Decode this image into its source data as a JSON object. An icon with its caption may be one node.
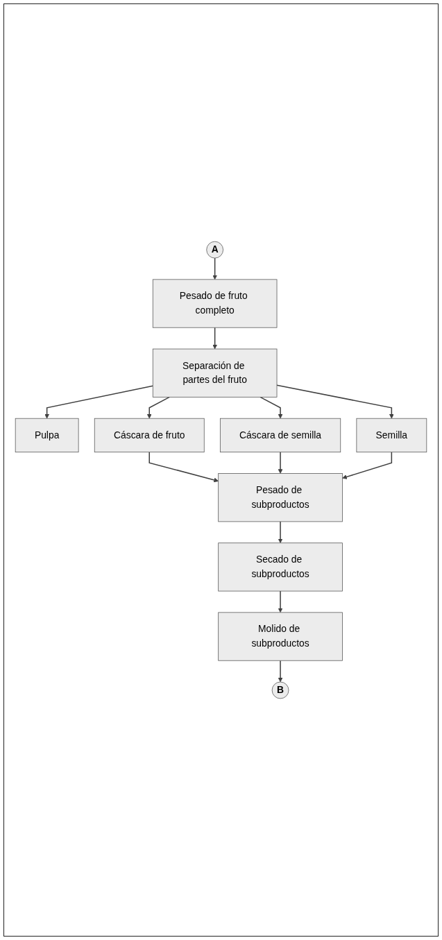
{
  "diagram": {
    "nodes": [
      {
        "text": [
          "A"
        ]
      },
      {
        "text": [
          "Pesado de fruto completo"
        ]
      },
      {
        "text": [
          "Separación de partes del fruto"
        ]
      },
      {
        "text": [
          "Pulpa"
        ]
      },
      {
        "text": [
          "Cáscara de fruto"
        ]
      },
      {
        "text": [
          "Cáscara de semilla"
        ]
      },
      {
        "text": [
          "Semilla"
        ]
      },
      {
        "text": [
          "Pesado de subproductos"
        ]
      },
      {
        "text": [
          "Secado de subproductos"
        ]
      },
      {
        "text": [
          "Molido de subproductos"
        ]
      },
      {
        "text": [
          "B"
        ]
      }
    ],
    "edges": [
      {
        "from": 0,
        "to": 1,
        "arrow": "to"
      },
      {
        "from": 1,
        "to": 2,
        "arrow": "to"
      },
      {
        "from": 2,
        "to": 3,
        "arrow": "to"
      },
      {
        "from": 2,
        "to": 4,
        "arrow": "to"
      },
      {
        "from": 2,
        "to": 5,
        "arrow": "to"
      },
      {
        "from": 2,
        "to": 6,
        "arrow": "to"
      },
      {
        "from": 4,
        "to": 7,
        "arrow": "to"
      },
      {
        "from": 5,
        "to": 7,
        "arrow": "to"
      },
      {
        "from": 6,
        "to": 7,
        "arrow": "to"
      },
      {
        "from": 7,
        "to": 8,
        "arrow": "to"
      },
      {
        "from": 8,
        "to": 9,
        "arrow": "to"
      },
      {
        "from": 9,
        "to": 10,
        "arrow": "to"
      }
    ]
  }
}
